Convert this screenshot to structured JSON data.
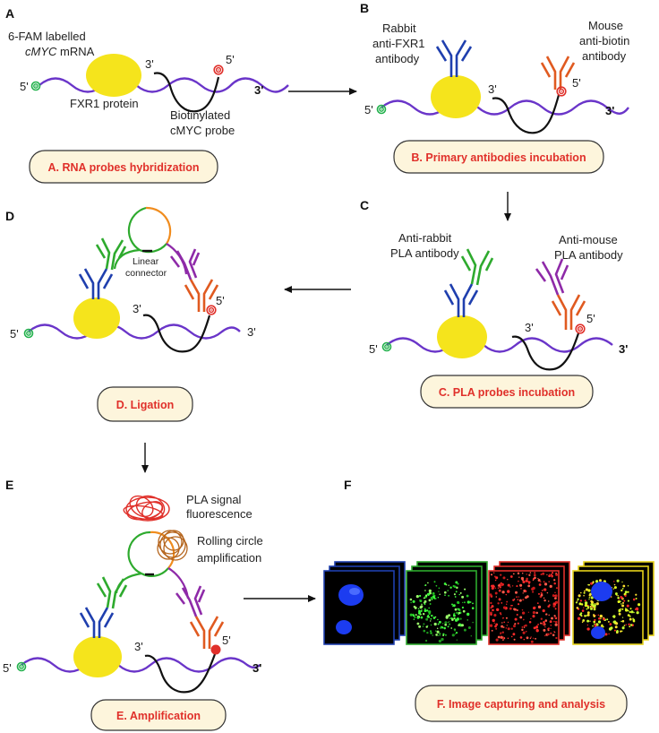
{
  "colors": {
    "mrna": "#6a35c9",
    "probe": "#111111",
    "fxr1": "#f5e41c",
    "fam": "#22b14c",
    "biotin": "#e0302a",
    "rabbit_primary": "#1f3fae",
    "mouse_primary": "#e05a20",
    "anti_rabbit_pla": "#2eaa2e",
    "anti_mouse_pla": "#8e2aa8",
    "caption_fill": "#fdf5dc",
    "caption_text": "#e0302a"
  },
  "panels": {
    "A": {
      "letter": "A",
      "fam_label_line1": "6-FAM labelled",
      "fam_label_line2_italic": "cMYC",
      "fam_label_line2_rest": " mRNA",
      "protein_label": "FXR1 protein",
      "probe_label_line1": "Biotinylated",
      "probe_label_line2": "cMYC probe",
      "end_5_left": "5'",
      "end_3_probe": "3'",
      "end_5_probe": "5'",
      "end_3_right": "3'",
      "caption": "A. RNA probes hybridization"
    },
    "B": {
      "letter": "B",
      "rabbit_line1": "Rabbit",
      "rabbit_line2": "anti-FXR1",
      "rabbit_line3": "antibody",
      "mouse_line1": "Mouse",
      "mouse_line2": "anti-biotin",
      "mouse_line3": "antibody",
      "end_5_left": "5'",
      "end_3_probe": "3'",
      "end_5_probe": "5'",
      "end_3_right": "3'",
      "caption": "B. Primary antibodies incubation"
    },
    "C": {
      "letter": "C",
      "anti_rabbit_line1": "Anti-rabbit",
      "anti_rabbit_line2": "PLA antibody",
      "anti_mouse_line1": "Anti-mouse",
      "anti_mouse_line2": "PLA antibody",
      "end_5_left": "5'",
      "end_3_probe": "3'",
      "end_5_probe": "5'",
      "end_3_right": "3'",
      "caption": "C. PLA probes incubation"
    },
    "D": {
      "letter": "D",
      "connector_line1": "Linear",
      "connector_line2": "connector",
      "end_5_left": "5'",
      "end_3_probe": "3'",
      "end_5_probe": "5'",
      "end_3_right": "3'",
      "caption": "D. Ligation"
    },
    "E": {
      "letter": "E",
      "signal_line1": "PLA signal",
      "signal_line2": "fluorescence",
      "rolling_line1": "Rolling circle",
      "rolling_line2": "amplification",
      "end_5_left": "5'",
      "end_3_probe": "3'",
      "end_5_probe": "5'",
      "end_3_right": "3'",
      "caption": "E. Amplification"
    },
    "F": {
      "letter": "F",
      "stack_frames": [
        "blue",
        "green",
        "red",
        "yellow"
      ],
      "caption": "F. Image capturing and analysis"
    }
  }
}
